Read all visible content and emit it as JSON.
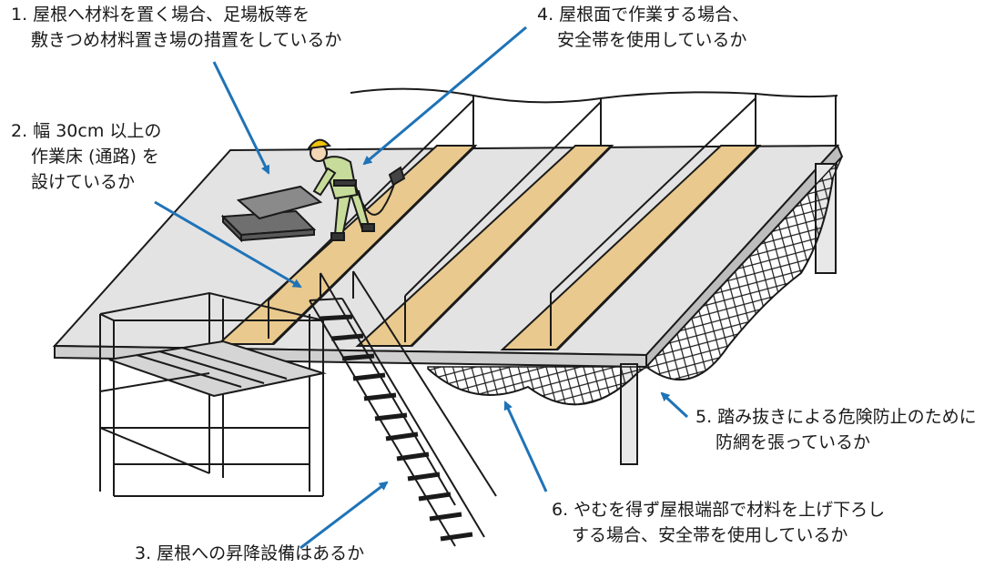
{
  "labels": {
    "item1": {
      "line1": "1. 屋根へ材料を置く場合、足場板等を",
      "line2": "敷きつめ材料置き場の措置をしているか"
    },
    "item2": {
      "line1": "2. 幅 30cm 以上の",
      "line2": "作業床 (通路) を",
      "line3": "設けているか"
    },
    "item3": {
      "line1": "3. 屋根への昇降設備はあるか"
    },
    "item4": {
      "line1": "4. 屋根面で作業する場合、",
      "line2": "安全帯を使用しているか"
    },
    "item5": {
      "line1": "5. 踏み抜きによる危険防止のために",
      "line2": "防網を張っているか"
    },
    "item6": {
      "line1": "6. やむを得ず屋根端部で材料を上げ下ろし",
      "line2": "する場合、安全帯を使用しているか"
    }
  },
  "colors": {
    "arrow": "#1f73b7",
    "roof": "#e3e3e3",
    "plank": "#e9c98d",
    "outline": "#1a1a1a",
    "helmet": "#f2c40c",
    "worker_clothes": "#c7dc9a"
  },
  "icons": [
    "worker-figure",
    "safety-harness",
    "material-stack",
    "safety-net",
    "stair-tower",
    "guardrail-posts"
  ]
}
